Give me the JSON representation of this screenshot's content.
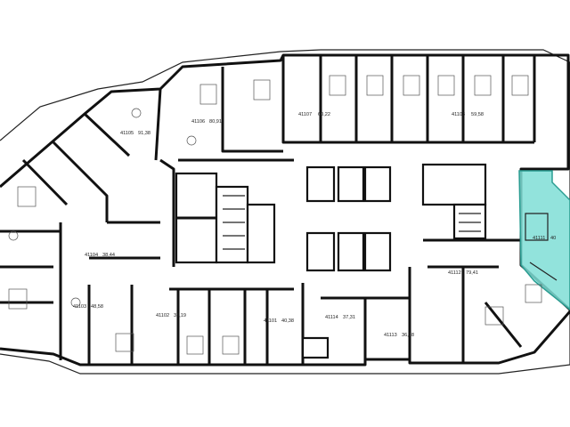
{
  "plan": {
    "highlight_color": "#7fded6",
    "units": [
      {
        "id": "41101",
        "area": "40,38"
      },
      {
        "id": "41102",
        "area": "35,19"
      },
      {
        "id": "41103",
        "area": "48,58"
      },
      {
        "id": "41104",
        "area": "38,44"
      },
      {
        "id": "41105",
        "area": "91,38"
      },
      {
        "id": "41106",
        "area": "80,91"
      },
      {
        "id": "41107",
        "area": "60,22"
      },
      {
        "id": "41108",
        "area": "59,58"
      },
      {
        "id": "41111",
        "area": "40"
      },
      {
        "id": "41112",
        "area": "79,41"
      },
      {
        "id": "41113",
        "area": "36,28"
      },
      {
        "id": "41114",
        "area": "37,31"
      }
    ]
  }
}
